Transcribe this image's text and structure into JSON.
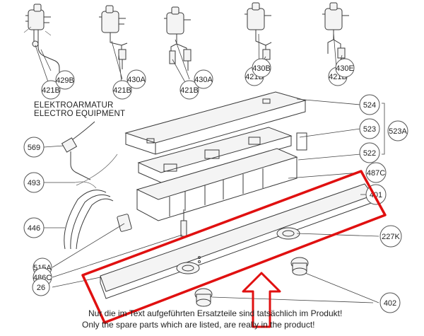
{
  "heading": {
    "line1": "ELEKTROARMATUR",
    "line2": "ELECTRO EQUIPMENT"
  },
  "labels": {
    "l421b_1": "421B",
    "l429b": "429B",
    "l421b_2": "421B",
    "l430a_1": "430A",
    "l421b_3": "421B",
    "l430a_2": "430A",
    "l421b_4": "421B",
    "l430b": "430B",
    "l421b_5": "421B",
    "l430e": "430E",
    "l524": "524",
    "l523": "523",
    "l523a": "523A",
    "l522": "522",
    "l487c": "487C",
    "l401": "401",
    "l227k": "227K",
    "l402": "402",
    "l569": "569",
    "l493": "493",
    "l446": "446",
    "l515a": "515A",
    "l486c": "486C",
    "l26": "26"
  },
  "footer": {
    "line1": "Nur die im Text aufgeführten Ersatzteile sind tatsächlich im Produkt!",
    "line2": "Only the spare parts which are listed, are really in the product!"
  },
  "highlight": {
    "color": "#e01010"
  }
}
